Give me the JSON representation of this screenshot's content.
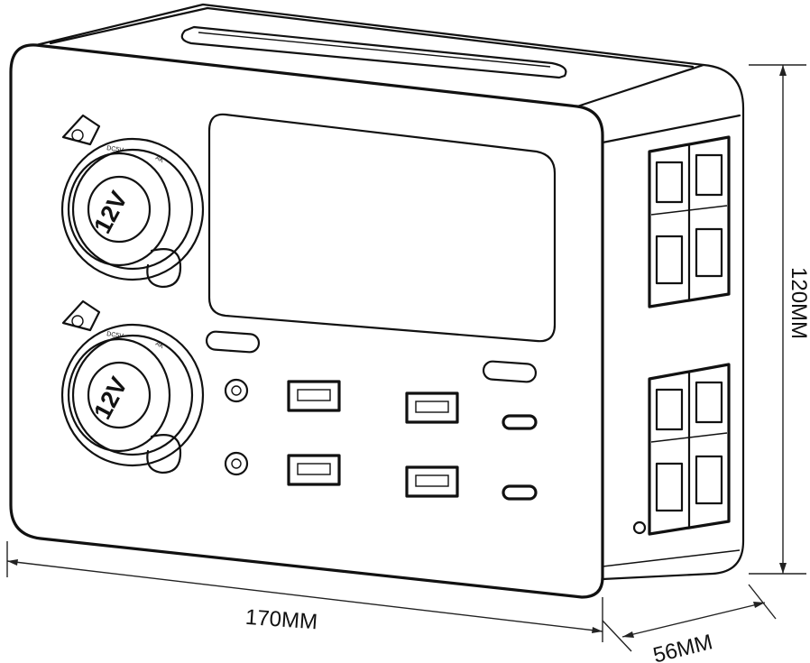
{
  "drawing": {
    "dimensions": {
      "width": "170MM",
      "height": "120MM",
      "depth": "56MM"
    },
    "socket_label": "12V",
    "socket_count": 2,
    "usb_a_count": 4,
    "usb_c_count": 2,
    "anderson_block_count": 2,
    "line_color": "#111111",
    "background_color": "#ffffff"
  }
}
